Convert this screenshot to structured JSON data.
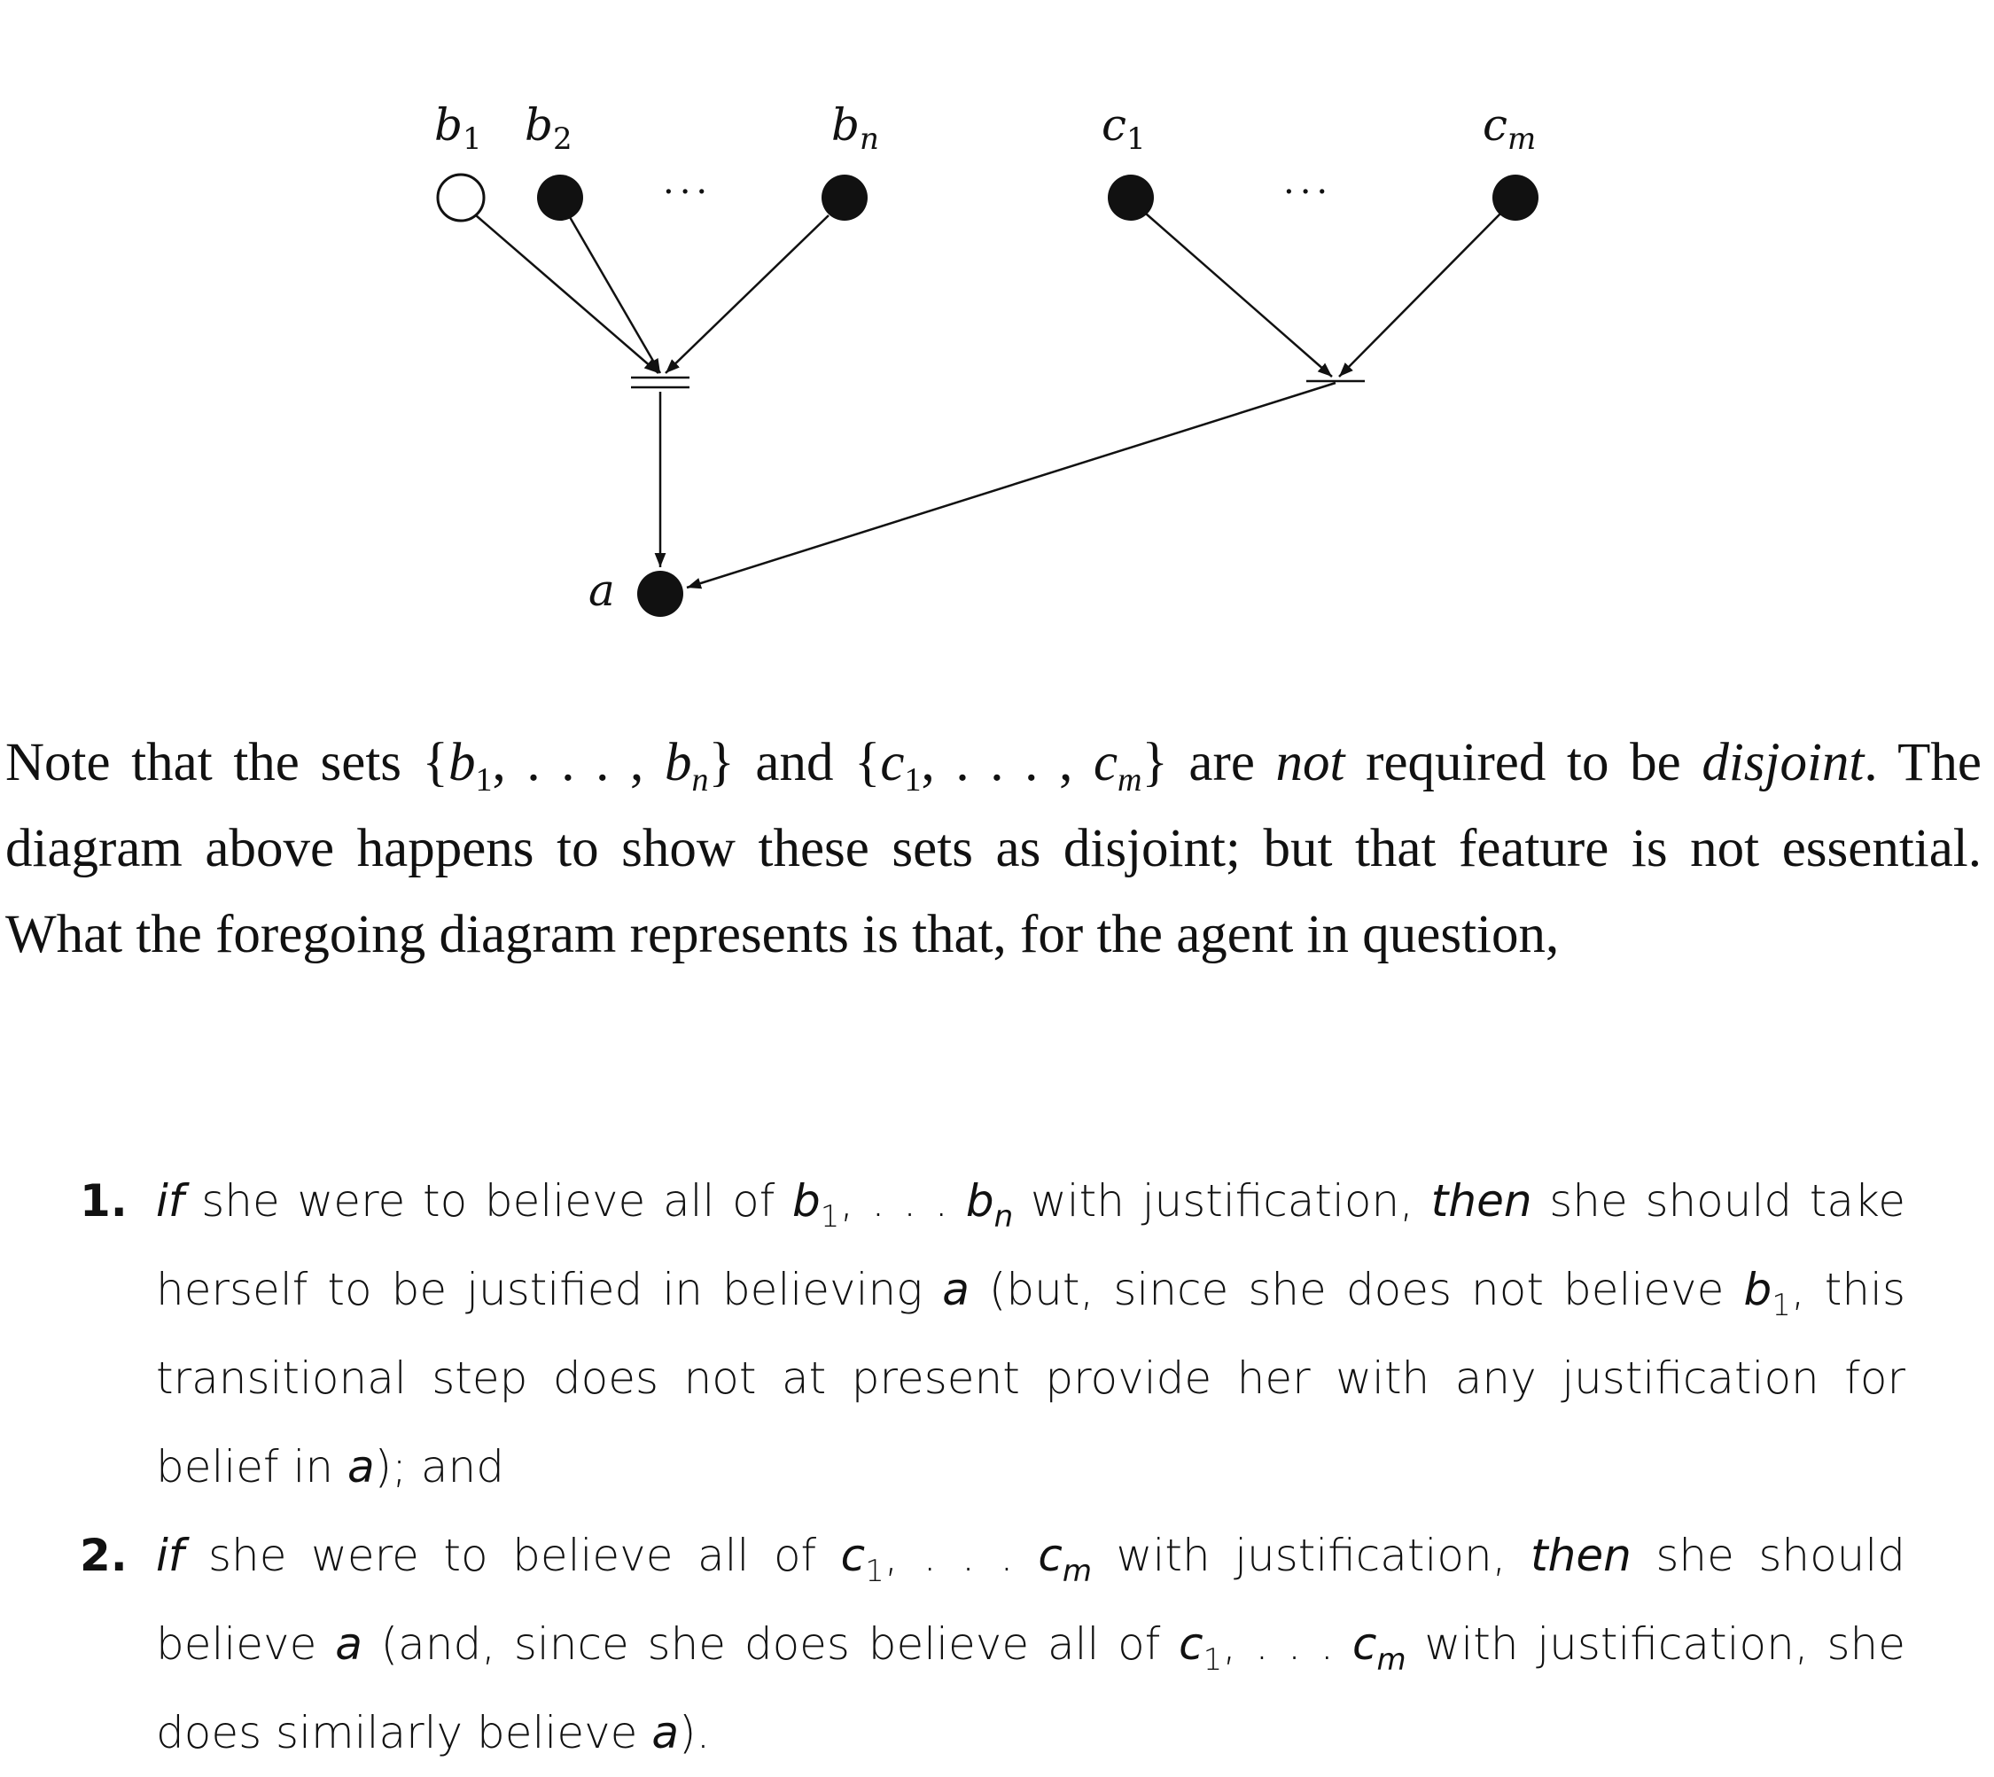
{
  "diagram": {
    "labels": {
      "b1": "b",
      "b1_sub": "1",
      "b2": "b",
      "b2_sub": "2",
      "bn": "b",
      "bn_sub": "n",
      "c1": "c",
      "c1_sub": "1",
      "cm": "c",
      "cm_sub": "m",
      "a": "a"
    },
    "ellipsis_b": "...",
    "ellipsis_c": "...",
    "nodes": [
      {
        "id": "b1",
        "fill": "hollow"
      },
      {
        "id": "b2",
        "fill": "filled"
      },
      {
        "id": "bn",
        "fill": "filled"
      },
      {
        "id": "c1",
        "fill": "filled"
      },
      {
        "id": "cm",
        "fill": "filled"
      },
      {
        "id": "a",
        "fill": "filled"
      }
    ],
    "colors": {
      "stroke": "#111111",
      "filled": "#111111",
      "hollow": "#ffffff"
    }
  },
  "paragraph": {
    "t1": "Note that the sets {",
    "b": "b",
    "s1": "1",
    "t2": ", . . . , ",
    "b2": "b",
    "sn": "n",
    "t3": "} and {",
    "c": "c",
    "s1c": "1",
    "t4": ", . . . , ",
    "c2": "c",
    "sm": "m",
    "t5": "} are ",
    "not": "not",
    "t6": " required to be ",
    "disjoint": "disjoint",
    "t7": ". The diagram above happens to show these sets as disjoint; but that feature is not essential. What the foregoing diagram represents is that, for the agent in question,"
  },
  "list": [
    {
      "number": "1.",
      "if": "if",
      "p1": " she were to believe all of ",
      "b": "b",
      "s1": "1",
      "p2": ", . . . ",
      "bb": "b",
      "sn": "n",
      "p3": " with justification, ",
      "then": "then",
      "p4": " she should take herself to be justified in believing ",
      "a": "a",
      "p5": " (but, since she does not believe ",
      "b3": "b",
      "s1b": "1",
      "p6": ", this transitional step does not at present provide her with any justification for belief in ",
      "a2": "a",
      "p7": "); and"
    },
    {
      "number": "2.",
      "if": "if",
      "p1": " she were to believe all of ",
      "c": "c",
      "s1": "1",
      "p2": ", . . . ",
      "cc": "c",
      "sm": "m",
      "p3": " with justification, ",
      "then": "then",
      "p4": " she should believe ",
      "a": "a",
      "p5": " (and, since she does believe all of ",
      "c3": "c",
      "s1c": "1",
      "p6": ", . . . ",
      "c4": "c",
      "sm2": "m",
      "p7": " with justification, she does similarly believe ",
      "a2": "a",
      "p8": ")."
    }
  ]
}
